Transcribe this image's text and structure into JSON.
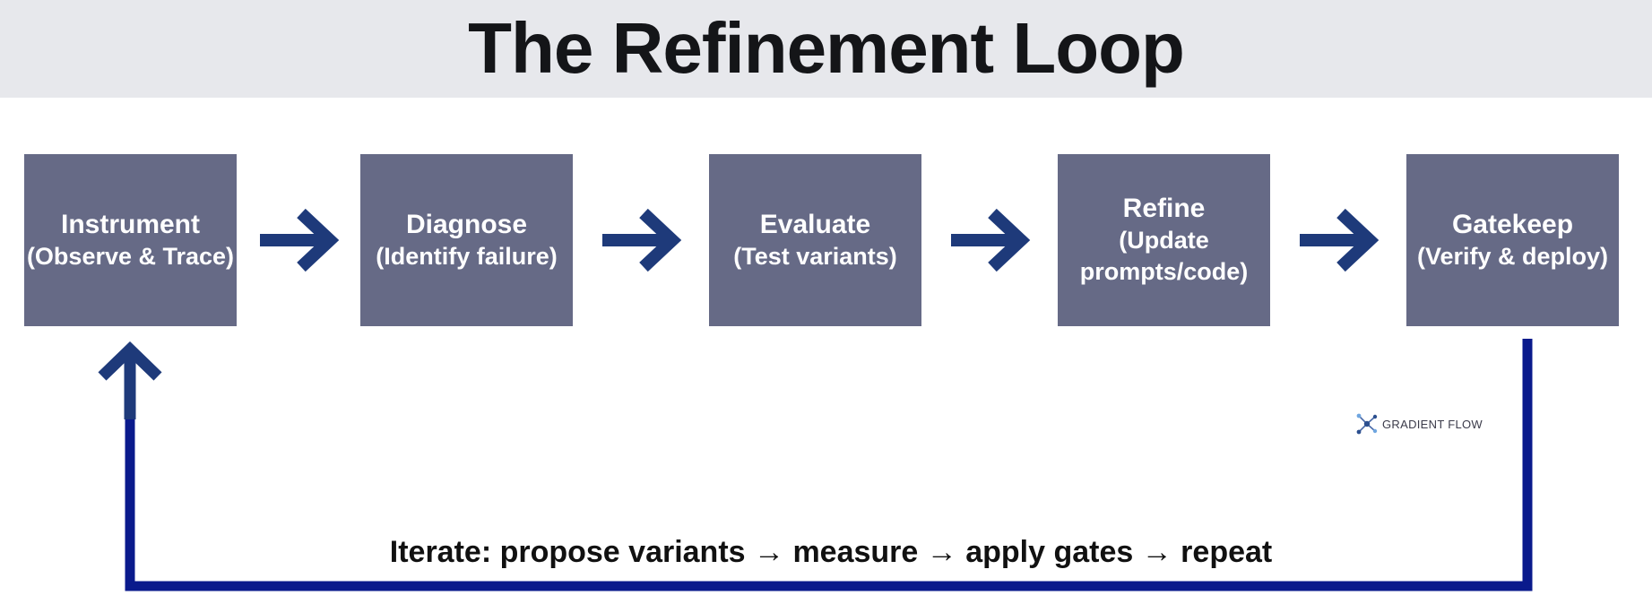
{
  "title": "The Refinement Loop",
  "steps": [
    {
      "label": "Instrument",
      "sub": "(Observe & Trace)"
    },
    {
      "label": "Diagnose",
      "sub": "(Identify failure)"
    },
    {
      "label": "Evaluate",
      "sub": "(Test variants)"
    },
    {
      "label": "Refine",
      "sub": "(Update prompts/code)"
    },
    {
      "label": "Gatekeep",
      "sub": "(Verify & deploy)"
    }
  ],
  "loop_caption": "Iterate: propose variants → measure → apply gates → repeat",
  "brand": "GRADIENT FLOW",
  "colors": {
    "header_bg": "#e7e8ec",
    "box": "#666a86",
    "arrow": "#1e3a7a",
    "loop_line": "#0a1a8c"
  }
}
